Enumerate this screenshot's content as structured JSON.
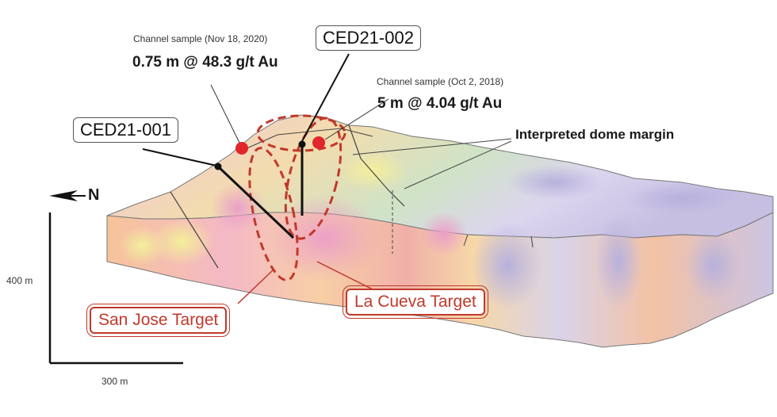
{
  "labels": {
    "channel1_caption": "Channel sample (Nov 18, 2020)",
    "channel1_value": "0.75 m @ 48.3 g/t Au",
    "channel2_caption": "Channel sample (Oct 2, 2018)",
    "channel2_value": "5 m @ 4.04 g/t Au",
    "hole1": "CED21-001",
    "hole2": "CED21-002",
    "dome_margin": "Interpreted dome margin",
    "north": "N",
    "target1": "San Jose Target",
    "target2": "La Cueva Target",
    "scale_vertical": "400 m",
    "scale_horizontal": "300 m"
  },
  "colors": {
    "target_red": "#c0392b",
    "sample_dot": "#e2262b",
    "block_pink": "#f1b9d0",
    "block_orange": "#f6c49a",
    "block_lavender": "#c9c4e2",
    "block_yellow": "#f3e9a8"
  }
}
